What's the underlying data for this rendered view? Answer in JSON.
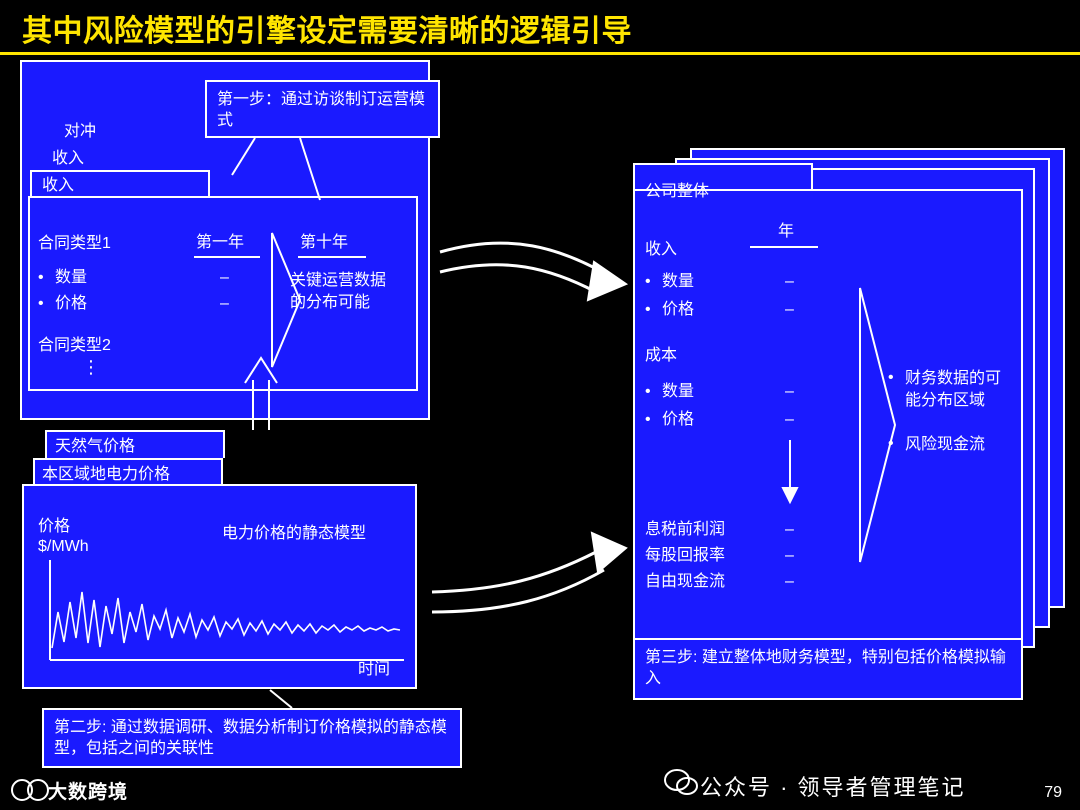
{
  "slide": {
    "title": "其中风险模型的引擎设定需要清晰的逻辑引导",
    "page_number": "79",
    "logo_text": "大数跨境",
    "watermark": "公众号 · 领导者管理笔记"
  },
  "left_top_folder": {
    "tab1": "对冲",
    "tab2": "收入",
    "tab3": "收入",
    "row_header_1": "合同类型1",
    "col_header_1": "第一年",
    "col_header_2": "第十年",
    "bullets": [
      "数量",
      "价格"
    ],
    "dashes": [
      "–",
      "–"
    ],
    "row_header_2": "合同类型2",
    "vertical_dots": "⋮",
    "note": "关键运营数据的分布可能"
  },
  "step1_callout": "第一步：通过访谈制订运营模式",
  "left_bottom_folder": {
    "tab1": "天然气价格",
    "tab2": "本区域地电力价格",
    "y_axis_label": "价格\n$/MWh",
    "chart_title": "电力价格的静态模型",
    "x_axis_label": "时间"
  },
  "step2_callout": "第二步: 通过数据调研、数据分析制订价格模拟的静态模型，包括之间的关联性",
  "right_folder": {
    "tab": "公司整体",
    "year_header": "年",
    "section1": "收入",
    "section1_bullets": [
      "数量",
      "价格"
    ],
    "section2": "成本",
    "section2_bullets": [
      "数量",
      "价格"
    ],
    "dash": "–",
    "results": [
      "息税前利润",
      "每股回报率",
      "自由现金流"
    ],
    "note_bullets": [
      "财务数据的可能分布区域",
      "风险现金流"
    ]
  },
  "step3_callout": "第三步: 建立整体地财务模型，特别包括价格模拟输入",
  "colors": {
    "title": "#ffe500",
    "folder_fill": "#1a1aff",
    "outline": "#ffffff",
    "background": "#000000"
  },
  "chart_data": {
    "type": "line",
    "title": "电力价格的静态模型",
    "xlabel": "时间",
    "ylabel": "价格 $/MWh",
    "series": [
      {
        "name": "电力价格",
        "values": [
          18,
          52,
          22,
          60,
          26,
          70,
          24,
          64,
          20,
          58,
          28,
          66,
          22,
          54,
          30,
          60,
          24,
          50,
          32,
          56,
          26,
          48,
          30,
          52,
          28,
          46,
          34,
          50,
          30,
          44,
          36,
          48,
          32,
          42,
          38,
          46,
          34,
          44,
          40,
          48,
          36,
          42,
          40,
          46,
          38,
          44,
          42,
          48,
          40,
          46
        ]
      }
    ],
    "grid": false,
    "legend": "none"
  }
}
